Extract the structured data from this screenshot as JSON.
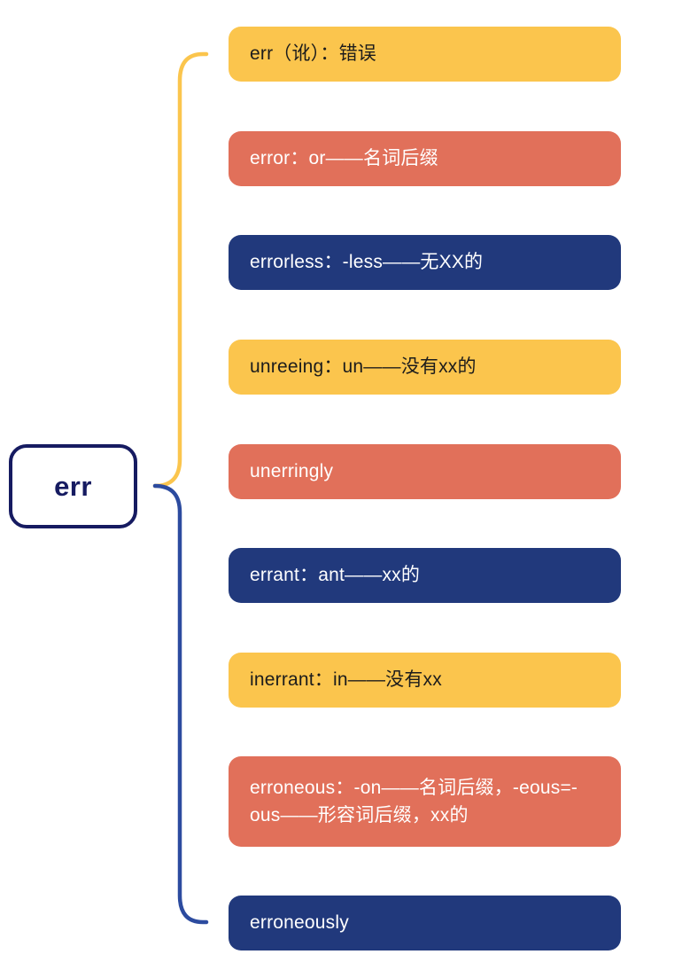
{
  "diagram": {
    "type": "mindmap",
    "root": {
      "label": "err"
    },
    "branches": [
      {
        "label": "err（讹）：错误",
        "style": "yellow"
      },
      {
        "label": "error：or——名词后缀",
        "style": "orange"
      },
      {
        "label": "errorless：-less——无XX的",
        "style": "navy"
      },
      {
        "label": "unreeing：un——没有xx的",
        "style": "yellow"
      },
      {
        "label": "unerringly",
        "style": "orange"
      },
      {
        "label": "errant：ant——xx的",
        "style": "navy"
      },
      {
        "label": "inerrant：in——没有xx",
        "style": "yellow"
      },
      {
        "label": "erroneous：-on——名词后缀，-eous=-ous——形容词后缀，xx的",
        "style": "orange"
      },
      {
        "label": "erroneously",
        "style": "navy"
      }
    ],
    "colors": {
      "background": "#FFFFFF",
      "yellow": "#FBC54D",
      "orange": "#E1705A",
      "navy": "#21397C",
      "root_outline": "#161B61",
      "brace_top": "#FBC54D",
      "brace_bottom": "#2C4B9F",
      "text_on_dark": "#FFFFFF",
      "text_on_yellow": "#1C1C1C"
    }
  }
}
